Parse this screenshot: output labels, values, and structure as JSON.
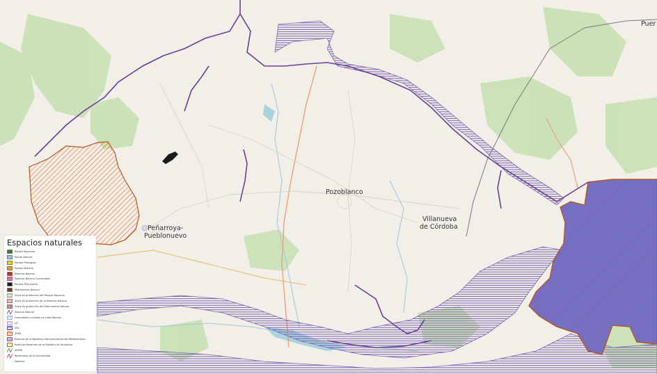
{
  "map": {
    "places": [
      {
        "name": "Pozoblanco"
      },
      {
        "name": "Villanueva"
      },
      {
        "name": "de Córdoba"
      },
      {
        "name": "Peñarroya-"
      },
      {
        "name": "Pueblonuevo"
      },
      {
        "name": "Puer"
      }
    ]
  },
  "legend": {
    "title": "Espacios naturales",
    "items": [
      {
        "label": "Parque Nacional",
        "style": "fill",
        "color": "#3e7d2b"
      },
      {
        "label": "Paraje Natural",
        "style": "fill",
        "color": "#8fc4e8"
      },
      {
        "label": "Paisaje Protegido",
        "style": "fill",
        "color": "#f2d100"
      },
      {
        "label": "Parque Natural",
        "style": "fill",
        "color": "#e69b1e"
      },
      {
        "label": "Reserva Natural",
        "style": "fill",
        "color": "#d61f1f"
      },
      {
        "label": "Reserva Natural Concertada",
        "style": "fill",
        "color": "#f06ab0"
      },
      {
        "label": "Parque Periurbano",
        "style": "fill",
        "color": "#1a1a1a"
      },
      {
        "label": "Monumento Natural",
        "style": "fill",
        "color": "#7a3b1b"
      },
      {
        "label": "Zona de protección del Parque Nacional",
        "style": "hatch",
        "color": "#8aaa80"
      },
      {
        "label": "Zona de protección de la Reserva Natural",
        "style": "fill",
        "color": "#f3b7b7"
      },
      {
        "label": "Zona de protección del Monumento Natural",
        "style": "fill",
        "color": "#c98b8b"
      },
      {
        "label": "Espacio Natural",
        "style": "line",
        "color": "#6a2b86"
      },
      {
        "label": "Humedales incluidos en Lista Ramsar",
        "style": "hatch",
        "color": "#9ab8d8"
      },
      {
        "label": "LIC",
        "style": "hatch",
        "color": "#b9a8d0"
      },
      {
        "label": "ZEC",
        "style": "hatch",
        "color": "#6a4bbf"
      },
      {
        "label": "ZEPA",
        "style": "hatch",
        "color": "#e06a2a"
      },
      {
        "label": "Reserva de la Biosfera Intercontinental del Mediterráneo",
        "style": "fill",
        "color": "#e7a3d8"
      },
      {
        "label": "Resto de Reservas de la Biosfera de Andalucía",
        "style": "fill",
        "color": "#f6ef9a"
      },
      {
        "label": "ZEPIM",
        "style": "line",
        "color": "#3a7a3a"
      },
      {
        "label": "Patrimonio de la Humanidad",
        "style": "line",
        "color": "#b01a6e"
      },
      {
        "label": "Nombre",
        "style": "none",
        "color": "#ffffff"
      }
    ]
  }
}
